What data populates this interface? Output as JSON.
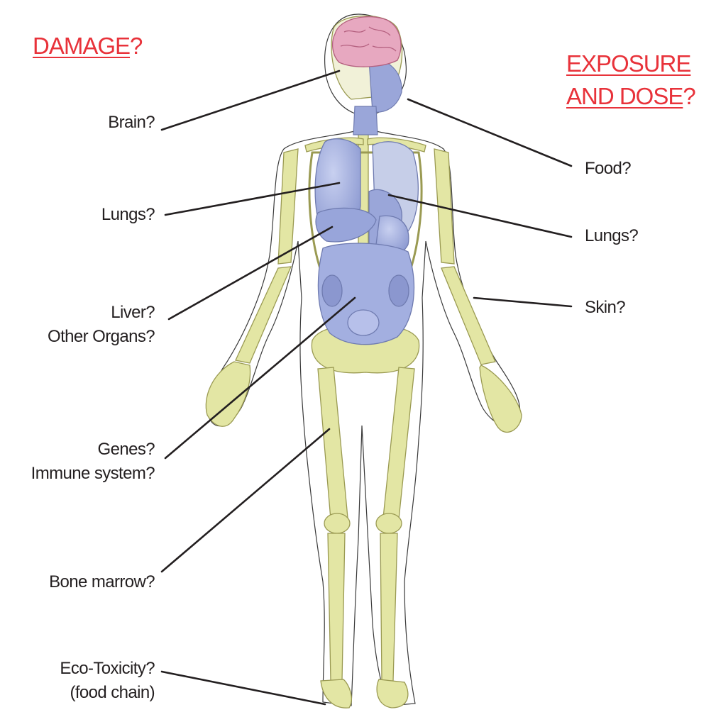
{
  "headings": {
    "damage_word": "DAMAGE",
    "damage_mark": "?",
    "exposure_line1": "EXPOSURE",
    "exposure_line2_word": "AND DOSE",
    "exposure_mark": "?"
  },
  "damage_labels": {
    "brain": "Brain?",
    "lungs": "Lungs?",
    "liver": "Liver?",
    "other_organs": "Other Organs?",
    "genes": "Genes?",
    "immune": "Immune system?",
    "bone_marrow": "Bone marrow?",
    "eco_toxicity": "Eco-Toxicity?",
    "food_chain": "(food chain)"
  },
  "exposure_labels": {
    "food": "Food?",
    "lungs": "Lungs?",
    "skin": "Skin?"
  },
  "colors": {
    "heading": "#e8323a",
    "text": "#231f20",
    "bone": "#e3e6a4",
    "bone_outline": "#9a9a52",
    "organ": "#a7b3e2",
    "organ_outline": "#6f7bb0",
    "brain": "#e7a8c0",
    "body_outline": "#3a3a3a"
  }
}
